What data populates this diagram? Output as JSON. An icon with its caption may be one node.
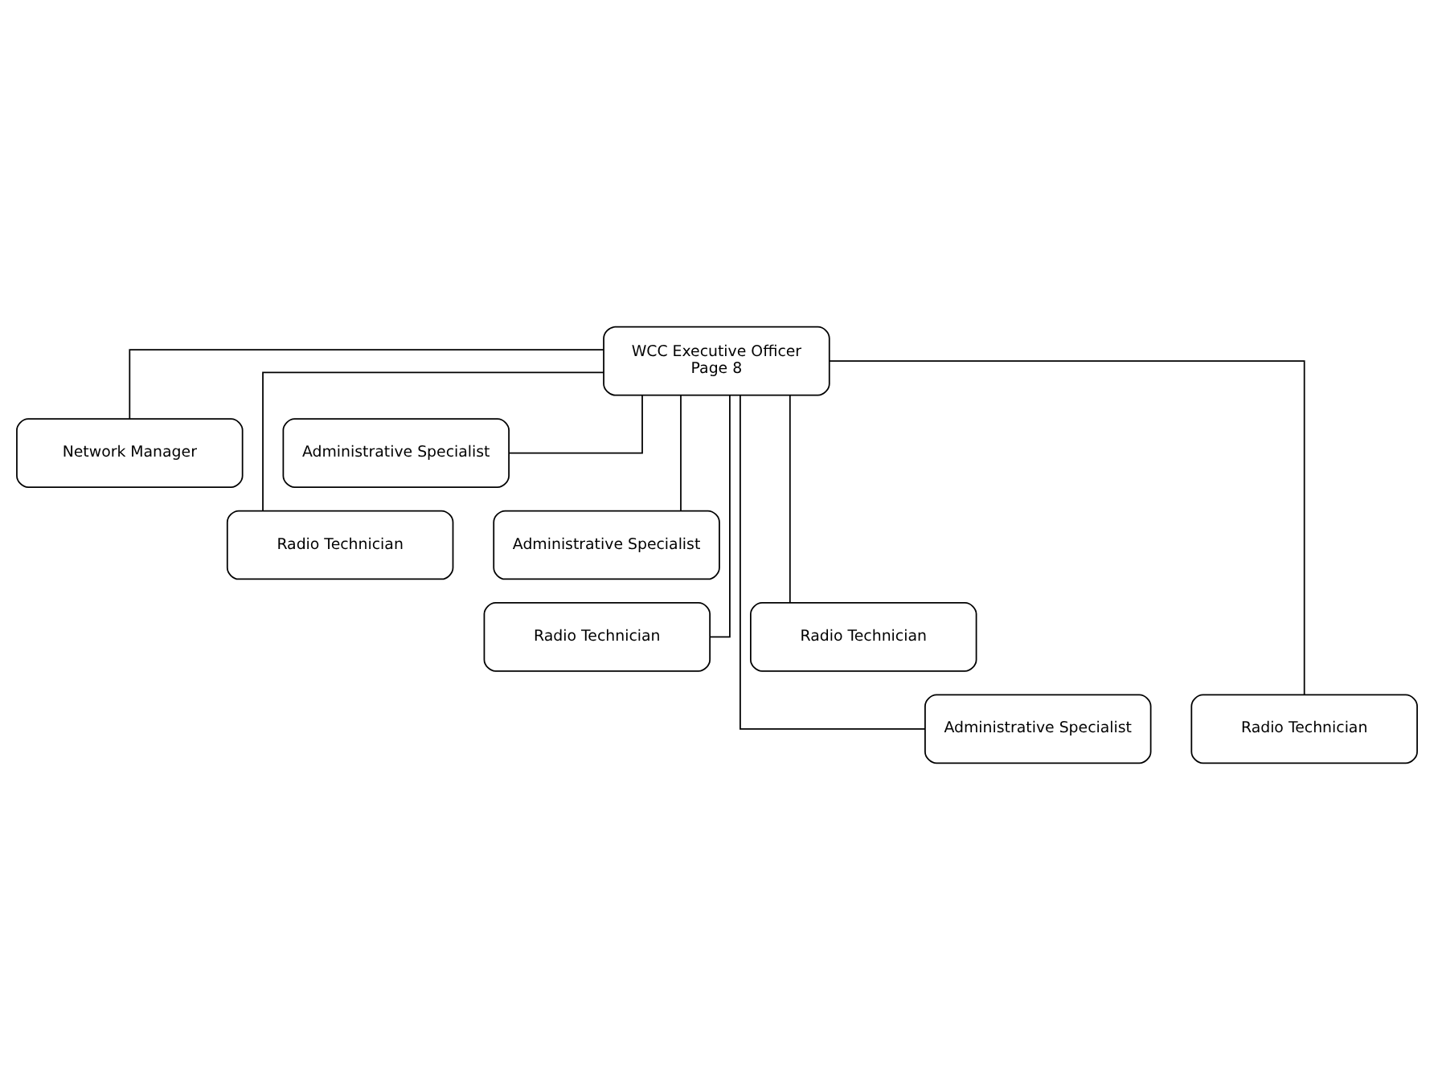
{
  "diagram": {
    "nodes": [
      {
        "text": [
          "WCC Executive Officer",
          "Page 8"
        ]
      },
      {
        "text": [
          "Network Manager"
        ]
      },
      {
        "text": [
          "Administrative Specialist"
        ]
      },
      {
        "text": [
          "Radio Technician"
        ]
      },
      {
        "text": [
          "Administrative Specialist"
        ]
      },
      {
        "text": [
          "Radio Technician"
        ]
      },
      {
        "text": [
          "Radio Technician"
        ]
      },
      {
        "text": [
          "Administrative Specialist"
        ]
      },
      {
        "text": [
          "Radio Technician"
        ]
      }
    ],
    "edges": [
      {
        "from": 0,
        "to": 1,
        "arrow": "none"
      },
      {
        "from": 0,
        "to": 2,
        "arrow": "none"
      },
      {
        "from": 0,
        "to": 3,
        "arrow": "none"
      },
      {
        "from": 0,
        "to": 4,
        "arrow": "none"
      },
      {
        "from": 0,
        "to": 5,
        "arrow": "none"
      },
      {
        "from": 0,
        "to": 6,
        "arrow": "none"
      },
      {
        "from": 0,
        "to": 7,
        "arrow": "none"
      },
      {
        "from": 0,
        "to": 8,
        "arrow": "none"
      }
    ]
  }
}
